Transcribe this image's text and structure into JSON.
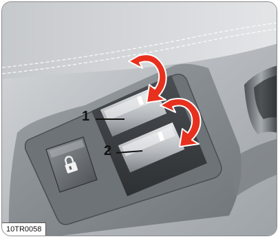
{
  "illustration": {
    "callouts": [
      {
        "label": "1"
      },
      {
        "label": "2"
      }
    ],
    "reference_code": "10TR0058",
    "icons": {
      "lock_button": "padlock-icon",
      "rotate_arrow_upper": "curved-arrow-icon",
      "rotate_arrow_lower": "curved-arrow-icon"
    },
    "colors": {
      "arrow_fill": "#e8301e",
      "panel_dark": "#5a5e63",
      "panel_mid": "#8d9296",
      "panel_light": "#c9cccf",
      "switch_face": "#d3d6d9"
    }
  }
}
